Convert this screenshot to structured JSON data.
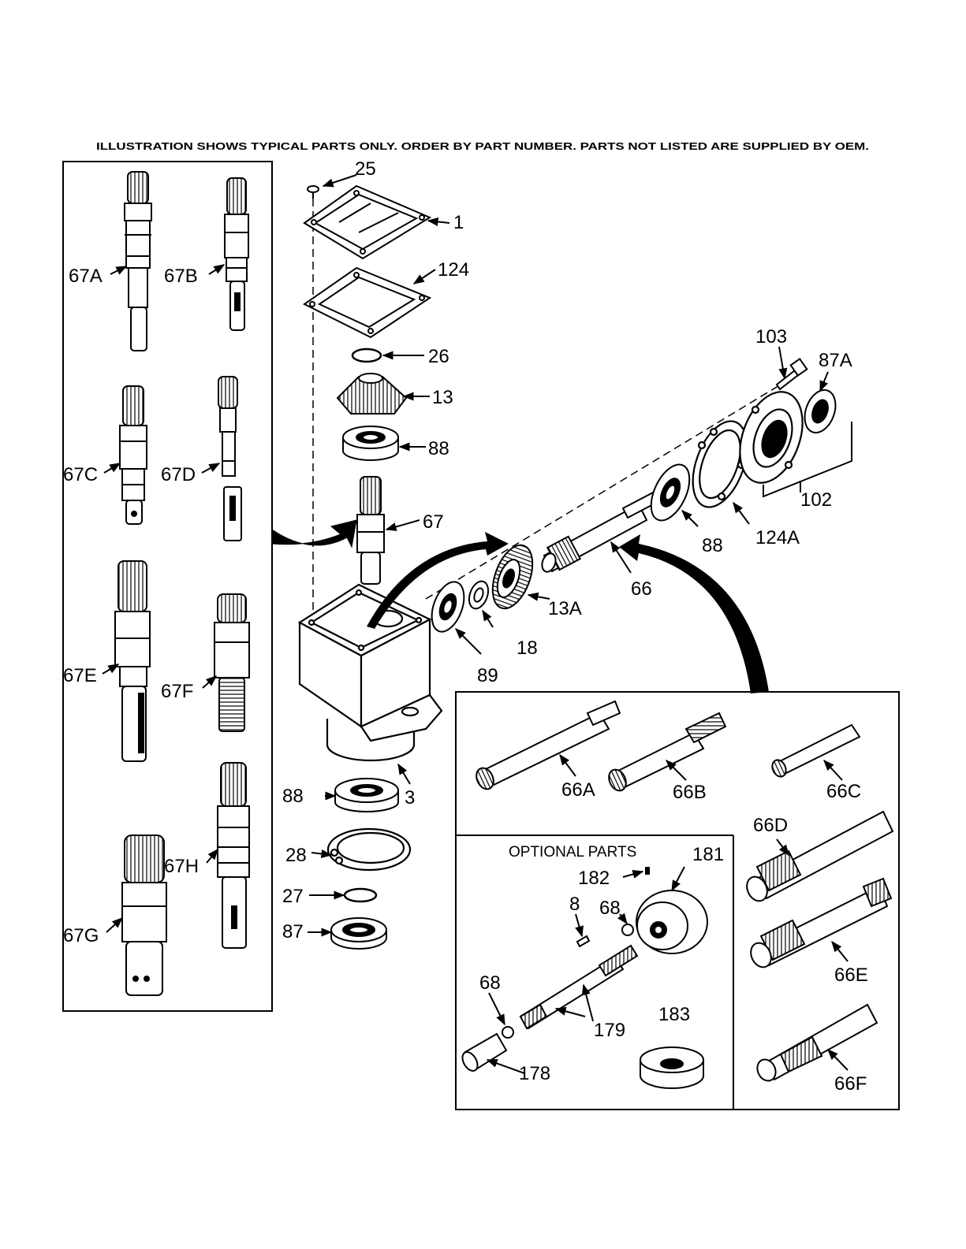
{
  "header": {
    "disclaimer": "ILLUSTRATION SHOWS TYPICAL PARTS ONLY. ORDER BY PART NUMBER. PARTS NOT LISTED ARE SUPPLIED BY OEM."
  },
  "optional_panel": {
    "title": "OPTIONAL PARTS"
  },
  "labels": {
    "p25": "25",
    "p1": "1",
    "p124": "124",
    "p26": "26",
    "p13": "13",
    "p88_top": "88",
    "p67": "67",
    "p3": "3",
    "p88_bottom": "88",
    "p28": "28",
    "p27": "27",
    "p87": "87",
    "p103": "103",
    "p87A": "87A",
    "p102": "102",
    "p124A": "124A",
    "p88_right": "88",
    "p66": "66",
    "p13A": "13A",
    "p18": "18",
    "p89": "89",
    "p67A": "67A",
    "p67B": "67B",
    "p67C": "67C",
    "p67D": "67D",
    "p67E": "67E",
    "p67F": "67F",
    "p67G": "67G",
    "p67H": "67H",
    "p66A": "66A",
    "p66B": "66B",
    "p66C": "66C",
    "p66D": "66D",
    "p66E": "66E",
    "p66F": "66F",
    "p181": "181",
    "p182": "182",
    "p8": "8",
    "p68_upper": "68",
    "p68_lower": "68",
    "p179": "179",
    "p183": "183",
    "p178": "178"
  }
}
